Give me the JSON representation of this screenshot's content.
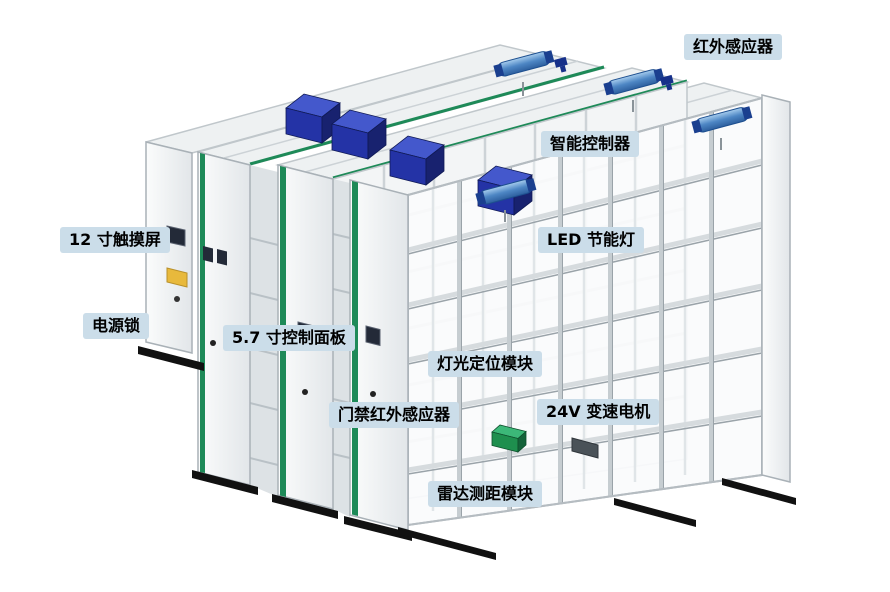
{
  "diagram_title": "",
  "labels": [
    {
      "id": "infrared-sensor",
      "text": "红外感应器"
    },
    {
      "id": "smart-controller",
      "text": "智能控制器"
    },
    {
      "id": "led-lamp",
      "text": "LED 节能灯"
    },
    {
      "id": "touch-screen-12in",
      "text": "12 寸触摸屏"
    },
    {
      "id": "power-lock",
      "text": "电源锁"
    },
    {
      "id": "control-panel-5-7in",
      "text": "5.7 寸控制面板"
    },
    {
      "id": "light-positioning-module",
      "text": "灯光定位模块"
    },
    {
      "id": "door-infrared-sensor",
      "text": "门禁红外感应器"
    },
    {
      "id": "motor-24v",
      "text": "24V 变速电机"
    },
    {
      "id": "radar-ranging-module",
      "text": "雷达测距模块"
    }
  ],
  "colors": {
    "background": "#ffffff",
    "label_bg": "#cbdde9",
    "label_text": "#000000",
    "frame_fill": "#eef0f2",
    "frame_stroke": "#b7bec3",
    "green_trim": "#1e8a58",
    "control_box_blue": "#2433a6",
    "lamp_blue": "#4d86c4",
    "track_black": "#111111",
    "power_indicator_yellow": "#e8b93c",
    "radar_box_green": "#1e8f4e",
    "screen_dark": "#232a38"
  }
}
